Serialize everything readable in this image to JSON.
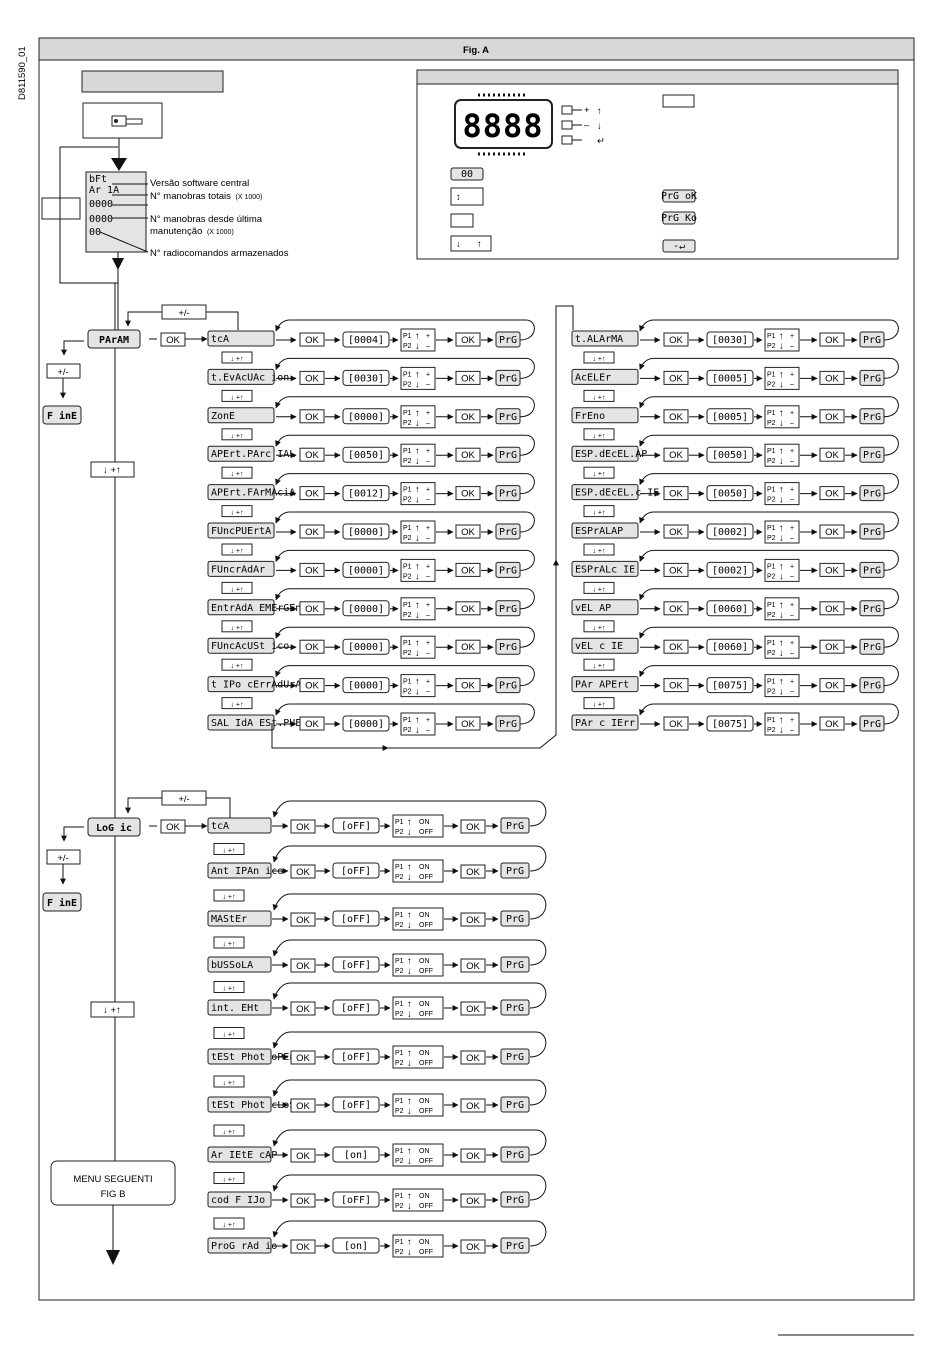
{
  "doc_code": "D811590_01",
  "figure_title": "Fig. A",
  "lcd_digits": "8888",
  "display_info": {
    "lines": [
      "bFt",
      "Ar 1A",
      "0000",
      "0000",
      "00"
    ],
    "notes": [
      "Versão software central",
      "N° manobras totais",
      "(X 1000)",
      "N° manobras desde última",
      "manutenção",
      "(X 1000)",
      "N° radiocomandos armazenados"
    ]
  },
  "legend": {
    "btn_plus": "+",
    "btn_minus": "–",
    "arrow_up": "↑",
    "arrow_down": "↓",
    "arrow_enter": "↵",
    "box_00": "00",
    "prg_ok": "PrG oK",
    "prg_ko": "PrG Ko",
    "neg_arrow": "-↵"
  },
  "nav": {
    "plus_minus": "+/-",
    "down_up": "↓ +↑",
    "ok": "OK",
    "fine": "F inE",
    "prg": "PrG",
    "p1": "P1",
    "p2": "P2",
    "on": "ON",
    "off": "OFF"
  },
  "param_menu": {
    "label": "PArAM",
    "left_column": [
      {
        "name": "tcA",
        "value": "[0004]"
      },
      {
        "name": "t.EvAcUAc ion",
        "value": "[0030]"
      },
      {
        "name": "ZonE",
        "value": "[0000]"
      },
      {
        "name": "APErt.PArc IAL",
        "value": "[0050]"
      },
      {
        "name": "APErt.FArMAciA",
        "value": "[0012]"
      },
      {
        "name": "FUncPUErtA",
        "value": "[0000]"
      },
      {
        "name": "FUncrAdAr",
        "value": "[0000]"
      },
      {
        "name": "EntrAdA EMErGEncIA",
        "value": "[0000]"
      },
      {
        "name": "FUncAcUSt ico",
        "value": "[0000]"
      },
      {
        "name": "t IPo cErrAdUrA",
        "value": "[0000]"
      },
      {
        "name": "SAL IdA ESt.PUErtA",
        "value": "[0000]"
      }
    ],
    "right_column": [
      {
        "name": "t.ALArMA",
        "value": "[0030]"
      },
      {
        "name": "AcELEr",
        "value": "[0005]"
      },
      {
        "name": "FrEno",
        "value": "[0005]"
      },
      {
        "name": "ESP.dEcEL.AP",
        "value": "[0050]"
      },
      {
        "name": "ESP.dEcEL.c IE",
        "value": "[0050]"
      },
      {
        "name": "ESPrALAP",
        "value": "[0002]"
      },
      {
        "name": "ESPrALc IE",
        "value": "[0002]"
      },
      {
        "name": "vEL AP",
        "value": "[0060]"
      },
      {
        "name": "vEL c IE",
        "value": "[0060]"
      },
      {
        "name": "PAr APErt",
        "value": "[0075]"
      },
      {
        "name": "PAr c IErr",
        "value": "[0075]"
      }
    ]
  },
  "logic_menu": {
    "label": "LoG ic",
    "items": [
      {
        "name": "tcA",
        "value": "[oFF]"
      },
      {
        "name": "Ant IPAn ico",
        "value": "[oFF]"
      },
      {
        "name": "MAStEr",
        "value": "[oFF]"
      },
      {
        "name": "bUSSoLA",
        "value": "[oFF]"
      },
      {
        "name": "int. EHt",
        "value": "[oFF]"
      },
      {
        "name": "tESt Phot oPEn",
        "value": "[oFF]"
      },
      {
        "name": "tESt Phot cLoSE",
        "value": "[oFF]"
      },
      {
        "name": "Ar IEtE cAP",
        "value": "[on]"
      },
      {
        "name": "cod F IJo",
        "value": "[oFF]"
      },
      {
        "name": "ProG rAd io",
        "value": "[on]"
      }
    ]
  },
  "menu_next": [
    "MENU SEGUENTI",
    "FIG  B"
  ]
}
